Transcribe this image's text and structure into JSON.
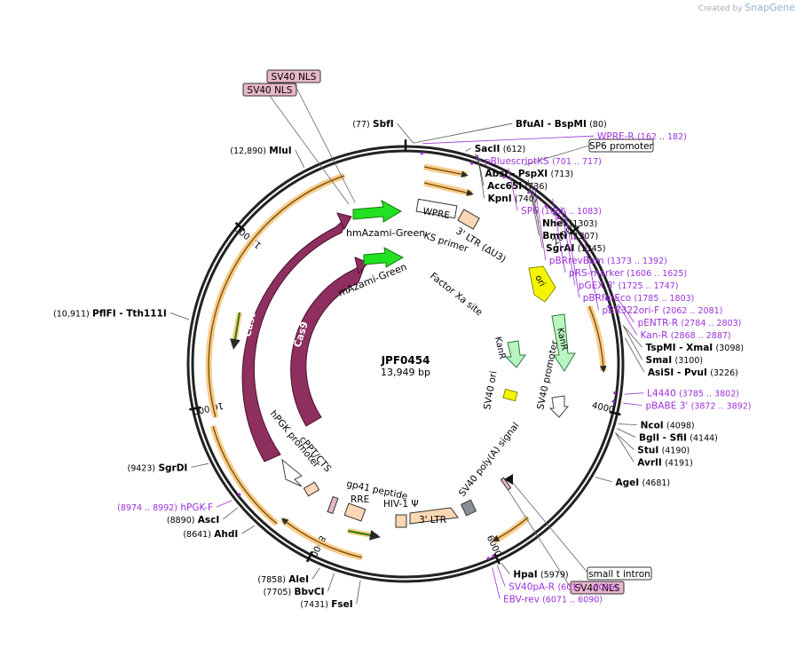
{
  "header": {
    "created_by": "Created by",
    "brand": "SnapGene"
  },
  "plasmid": {
    "name": "JPF0454",
    "size_label": "13,949 bp",
    "length": 13949
  },
  "ring_ticks": [
    {
      "label": "2000",
      "pos": 2000
    },
    {
      "label": "4000",
      "pos": 4000
    },
    {
      "label": "6000",
      "pos": 6000
    },
    {
      "label": "8000",
      "pos": 8000
    },
    {
      "label": "10,000",
      "pos": 10000
    },
    {
      "label": "12,000",
      "pos": 12000
    }
  ],
  "enzymes": [
    {
      "name": "SbfI",
      "pos": 77,
      "text": "(77)",
      "align": "r"
    },
    {
      "name": "BfuAI  - BspMI",
      "pos": 80,
      "text": "(80)",
      "align": "l"
    },
    {
      "name": "SacII",
      "pos": 612,
      "text": "(612)",
      "align": "l"
    },
    {
      "name": "AbsI  - PspXI",
      "pos": 713,
      "text": "(713)",
      "align": "l"
    },
    {
      "name": "Acc65I",
      "pos": 736,
      "text": "(736)",
      "align": "l"
    },
    {
      "name": "KpnI",
      "pos": 740,
      "text": "(740)",
      "align": "l"
    },
    {
      "name": "NheI",
      "pos": 1303,
      "text": "(1303)",
      "align": "l"
    },
    {
      "name": "BmtI",
      "pos": 1307,
      "text": "(1307)",
      "align": "l"
    },
    {
      "name": "SgrAI",
      "pos": 1345,
      "text": "(1345)",
      "align": "l"
    },
    {
      "name": "TspMI  - XmaI",
      "pos": 3098,
      "text": "(3098)",
      "align": "l"
    },
    {
      "name": "SmaI",
      "pos": 3100,
      "text": "(3100)",
      "align": "l"
    },
    {
      "name": "AsiSI  - PvuI",
      "pos": 3226,
      "text": "(3226)",
      "align": "l"
    },
    {
      "name": "NcoI",
      "pos": 4098,
      "text": "(4098)",
      "align": "l"
    },
    {
      "name": "BglI  - SfiI",
      "pos": 4144,
      "text": "(4144)",
      "align": "l"
    },
    {
      "name": "StuI",
      "pos": 4190,
      "text": "(4190)",
      "align": "l"
    },
    {
      "name": "AvrII",
      "pos": 4191,
      "text": "(4191)",
      "align": "l"
    },
    {
      "name": "AgeI",
      "pos": 4681,
      "text": "(4681)",
      "align": "l"
    },
    {
      "name": "HpaI",
      "pos": 5979,
      "text": "(5979)",
      "align": "l"
    },
    {
      "name": "FseI",
      "pos": 7431,
      "text": "(7431)",
      "align": "r"
    },
    {
      "name": "BbvCI",
      "pos": 7705,
      "text": "(7705)",
      "align": "r"
    },
    {
      "name": "AleI",
      "pos": 7858,
      "text": "(7858)",
      "align": "r"
    },
    {
      "name": "AhdI",
      "pos": 8641,
      "text": "(8641)",
      "align": "r"
    },
    {
      "name": "AscI",
      "pos": 8890,
      "text": "(8890)",
      "align": "r"
    },
    {
      "name": "SgrDI",
      "pos": 9423,
      "text": "(9423)",
      "align": "r"
    },
    {
      "name": "PflFI  - Tth111I",
      "pos": 10911,
      "text": "(10,911)",
      "align": "r"
    },
    {
      "name": "MluI",
      "pos": 12890,
      "text": "(12,890)",
      "align": "r"
    }
  ],
  "primers": [
    {
      "name": "WPRE-R",
      "range": "(162 .. 182)",
      "pos": 172,
      "align": "l"
    },
    {
      "name": "pBluescriptKS",
      "range": "(701 .. 717)",
      "pos": 709,
      "align": "l"
    },
    {
      "name": "SP6",
      "range": "(1066 .. 1083)",
      "pos": 1075,
      "align": "l"
    },
    {
      "name": "pBRrevBam",
      "range": "(1373 .. 1392)",
      "pos": 1382,
      "align": "l"
    },
    {
      "name": "pRS-marker",
      "range": "(1606 .. 1625)",
      "pos": 1615,
      "align": "l"
    },
    {
      "name": "pGEX 3'",
      "range": "(1725 .. 1747)",
      "pos": 1736,
      "align": "l"
    },
    {
      "name": "pBRforEco",
      "range": "(1785 .. 1803)",
      "pos": 1794,
      "align": "l"
    },
    {
      "name": "pBR322ori-F",
      "range": "(2062 .. 2081)",
      "pos": 2071,
      "align": "l"
    },
    {
      "name": "pENTR-R",
      "range": "(2784 .. 2803)",
      "pos": 2793,
      "align": "l"
    },
    {
      "name": "Kan-R",
      "range": "(2868 .. 2887)",
      "pos": 2877,
      "align": "l"
    },
    {
      "name": "L4440",
      "range": "(3785 .. 3802)",
      "pos": 3793,
      "align": "l"
    },
    {
      "name": "pBABE 3'",
      "range": "(3872 .. 3892)",
      "pos": 3882,
      "align": "l"
    },
    {
      "name": "SV40pA-R",
      "range": "(6017 .. 6036)",
      "pos": 6026,
      "align": "l"
    },
    {
      "name": "EBV-rev",
      "range": "(6071 .. 6090)",
      "pos": 6080,
      "align": "l"
    },
    {
      "name": "hPGK-F",
      "range": "(8974 .. 8992)",
      "pos": 8983,
      "align": "r"
    }
  ],
  "boxed_features": [
    {
      "name": "SV40 NLS",
      "style": "pink"
    },
    {
      "name": "SV40 NLS",
      "style": "pink"
    },
    {
      "name": "SP6 promoter",
      "style": "white"
    },
    {
      "name": "small t intron",
      "style": "white"
    },
    {
      "name": "SV40 NLS",
      "style": "pink"
    }
  ],
  "inner_features": [
    {
      "name": "hmAzami-Green"
    },
    {
      "name": "mAzami-Green"
    },
    {
      "name": "WPRE"
    },
    {
      "name": "3' LTR (ΔU3)"
    },
    {
      "name": "KS primer"
    },
    {
      "name": "Factor Xa site"
    },
    {
      "name": "ori"
    },
    {
      "name": "KanR"
    },
    {
      "name": "KanR"
    },
    {
      "name": "SV40 ori"
    },
    {
      "name": "SV40 promoter"
    },
    {
      "name": "SV40 poly(A) signal"
    },
    {
      "name": "3' LTR"
    },
    {
      "name": "HIV-1 Ψ"
    },
    {
      "name": "RRE"
    },
    {
      "name": "gp41 peptide"
    },
    {
      "name": "cPPT/CTS"
    },
    {
      "name": "hPGK promoter"
    },
    {
      "name": "Cas9"
    },
    {
      "name": "Cas9"
    }
  ],
  "colors": {
    "primer": "#9b30d9",
    "enzyme": "#000000",
    "green_feature": "#22e022",
    "cas9": "#8e2f60",
    "ori": "#f5f500",
    "kanr": "#b9f5c1",
    "ltr": "#fbd7b3",
    "orange_arrow": "#e89a1a",
    "nls_pink": "#e7b6c9"
  }
}
